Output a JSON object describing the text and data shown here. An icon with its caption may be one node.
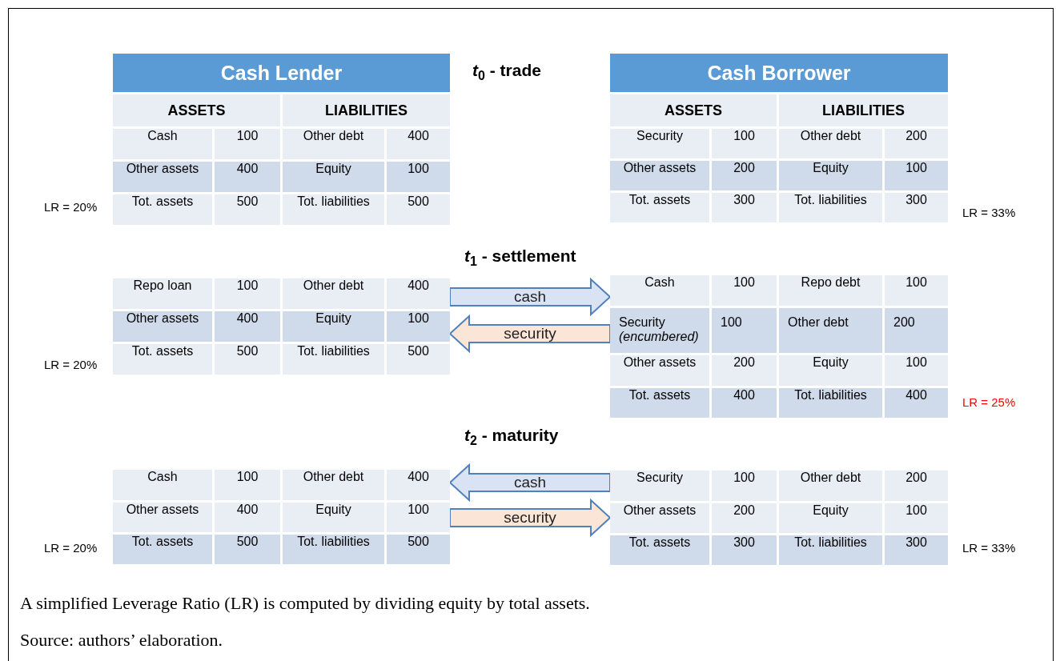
{
  "diagram": {
    "caption": "A simplified Leverage Ratio (LR) is computed by dividing equity by total assets.",
    "nodes": [
      {
        "text": [
          "Cash Lender",
          "ASSETS",
          "LIABILITIES",
          "Cash",
          "100",
          "Other debt",
          "400",
          "Other assets",
          "400",
          "Equity",
          "100",
          "Tot. assets",
          "500",
          "Tot. liabilities",
          "500"
        ],
        "beside": [
          "LR = 20%"
        ]
      },
      {
        "text": [
          "Cash Borrower",
          "ASSETS",
          "LIABILITIES",
          "Security",
          "100",
          "Other debt",
          "200",
          "Other assets",
          "200",
          "Equity",
          "100",
          "Tot. assets",
          "300",
          "Tot. liabilities",
          "300"
        ],
        "beside": [
          "LR = 33%"
        ]
      },
      {
        "text": [
          "Repo loan",
          "100",
          "Other debt",
          "400",
          "Other assets",
          "400",
          "Equity",
          "100",
          "Tot. assets",
          "500",
          "Tot. liabilities",
          "500"
        ],
        "beside": [
          "LR = 20%"
        ]
      },
      {
        "text": [
          "Cash",
          "100",
          "Repo debt",
          "100",
          "Security *(encumbered)*",
          "100",
          "Other debt",
          "200",
          "Other assets",
          "200",
          "Equity",
          "100",
          "Tot. assets",
          "400",
          "Tot. liabilities",
          "400"
        ],
        "beside": [
          "LR = 25%"
        ]
      },
      {
        "text": [
          "Cash",
          "100",
          "Other debt",
          "400",
          "Other assets",
          "400",
          "Equity",
          "100",
          "Tot. assets",
          "500",
          "Tot. liabilities",
          "500"
        ],
        "beside": [
          "LR = 20%"
        ]
      },
      {
        "text": [
          "Security",
          "100",
          "Other debt",
          "200",
          "Other assets",
          "200",
          "Equity",
          "100",
          "Tot. assets",
          "300",
          "Tot. liabilities",
          "300"
        ],
        "beside": [
          "LR = 33%"
        ]
      }
    ],
    "edges": [
      {
        "from": 2,
        "to": 3,
        "arrow": "to",
        "label": "cash",
        "style": "thick",
        "color": "#dae3f3"
      },
      {
        "from": 3,
        "to": 2,
        "arrow": "to",
        "label": "security",
        "style": "thick",
        "color": "#fbe5d6"
      },
      {
        "from": 5,
        "to": 4,
        "arrow": "to",
        "label": "cash",
        "style": "thick",
        "color": "#dae3f3"
      },
      {
        "from": 4,
        "to": 5,
        "arrow": "to",
        "label": "security",
        "style": "thick",
        "color": "#fbe5d6"
      }
    ],
    "labels": [
      "*t*$_{0}$ - trade",
      "*t*$_{1}$ - settlement",
      "*t*$_{2}$ - maturity",
      "Source: authors’ elaboration."
    ]
  }
}
